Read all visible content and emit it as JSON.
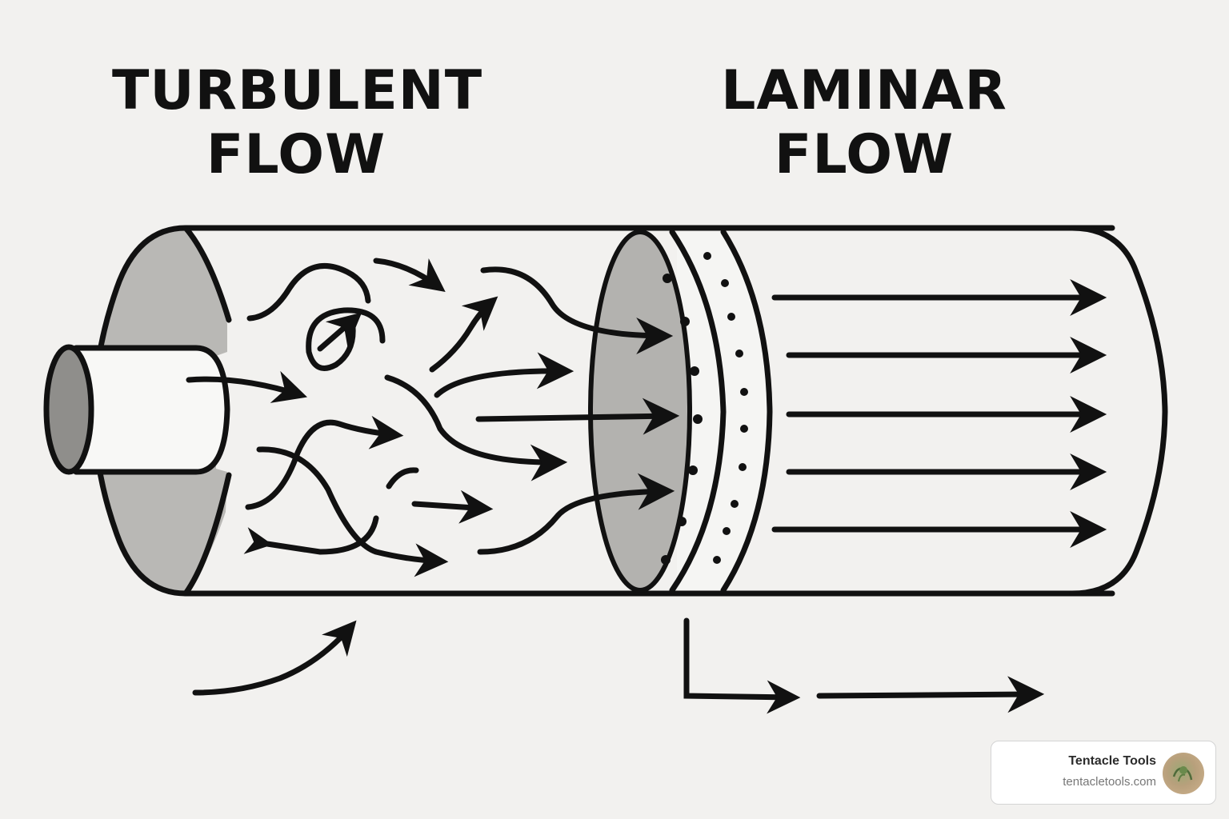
{
  "headings": {
    "turbulent": [
      "TURBULENT",
      "FLOW"
    ],
    "laminar": [
      "LAMINAR",
      "FLOW"
    ]
  },
  "watermark": {
    "name": "Tentacle Tools",
    "url": "tentacletools.com",
    "logo_text": "Tentacle Tools"
  },
  "colors": {
    "background": "#f2f1ef",
    "ink": "#111111",
    "shading": "#b9b8b5"
  }
}
